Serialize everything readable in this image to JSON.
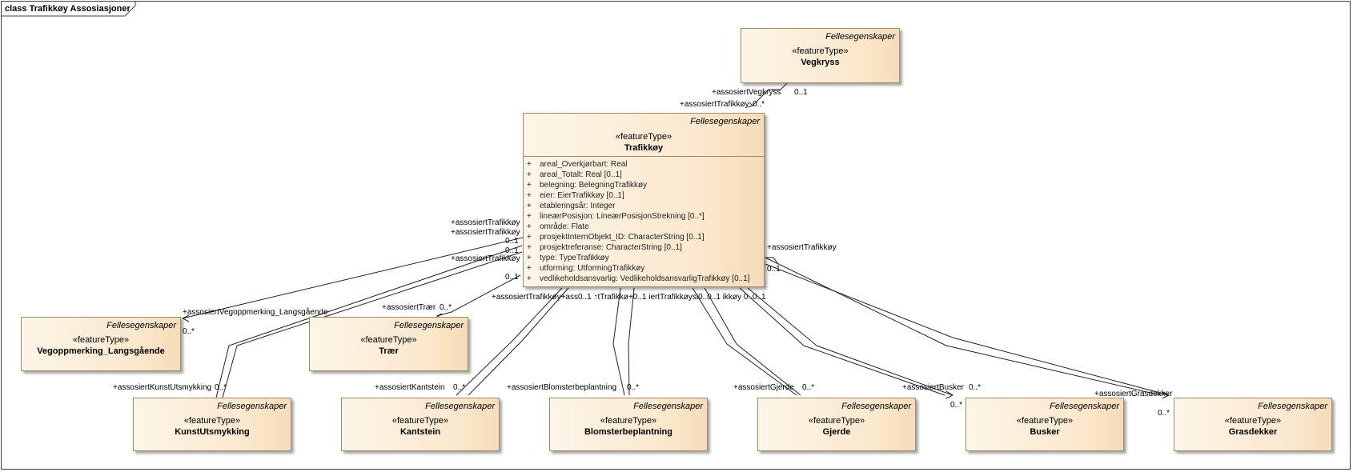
{
  "frame": {
    "title": "class Trafikkøy Assosiasjoner"
  },
  "classes": {
    "vegkryss": {
      "package": "Fellesegenskaper",
      "stereotype": "«featureType»",
      "name": "Vegkryss"
    },
    "trafikkoy": {
      "package": "Fellesegenskaper",
      "stereotype": "«featureType»",
      "name": "Trafikkøy",
      "attributes": [
        {
          "vis": "+",
          "text": "areal_Overkjørbart: Real"
        },
        {
          "vis": "+",
          "text": "areal_Totalt: Real [0..1]"
        },
        {
          "vis": "+",
          "text": "belegning: BelegningTrafikkøy"
        },
        {
          "vis": "+",
          "text": "eier: EierTrafikkøy [0..1]"
        },
        {
          "vis": "+",
          "text": "etableringsår: Integer"
        },
        {
          "vis": "+",
          "text": "lineærPosisjon: LineærPosisjonStrekning [0..*]"
        },
        {
          "vis": "+",
          "text": "område: Flate"
        },
        {
          "vis": "+",
          "text": "prosjektInternObjekt_ID: CharacterString [0..1]"
        },
        {
          "vis": "+",
          "text": "prosjektreferanse: CharacterString [0..1]"
        },
        {
          "vis": "+",
          "text": "type: TypeTrafikkøy"
        },
        {
          "vis": "+",
          "text": "utforming: UtformingTrafikkøy"
        },
        {
          "vis": "+",
          "text": "vedlikeholdsansvarlig: VedlikeholdsansvarligTrafikkøy [0..1]"
        }
      ]
    },
    "vegoppmerking": {
      "package": "Fellesegenskaper",
      "stereotype": "«featureType»",
      "name": "Vegoppmerking_Langsgående"
    },
    "traer": {
      "package": "Fellesegenskaper",
      "stereotype": "«featureType»",
      "name": "Trær"
    },
    "kunstutsmykking": {
      "package": "Fellesegenskaper",
      "stereotype": "«featureType»",
      "name": "KunstUtsmykking"
    },
    "kantstein": {
      "package": "Fellesegenskaper",
      "stereotype": "«featureType»",
      "name": "Kantstein"
    },
    "blomsterbeplantning": {
      "package": "Fellesegenskaper",
      "stereotype": "«featureType»",
      "name": "Blomsterbeplantning"
    },
    "gjerde": {
      "package": "Fellesegenskaper",
      "stereotype": "«featureType»",
      "name": "Gjerde"
    },
    "busker": {
      "package": "Fellesegenskaper",
      "stereotype": "«featureType»",
      "name": "Busker"
    },
    "grasdekker": {
      "package": "Fellesegenskaper",
      "stereotype": "«featureType»",
      "name": "Grasdekker"
    }
  },
  "labels": {
    "vegkryss_role": "+assosiertVegkryss",
    "vegkryss_mult": "0..1",
    "trafikkoy_top_role": "+assosiertTrafikkøy",
    "trafikkoy_top_mult": "0..*",
    "left_role_1": "+assosiertTrafikkøy",
    "left_role_2": "+assosiertTrafikkøy",
    "left_mult_1": "0..1",
    "left_mult_2": "0..1",
    "left_role_3": "+assosiertTrafikkøy",
    "left_mult_3": "0..1",
    "right_role": "+assosiertTrafikkøy",
    "right_mult": "0..1",
    "bottom_row": "+assosiertTrafikkøy+ass0..1 ↑tTrafikkø+0..1 iertTrafikkøysi0..0..1 ikkøy 0..0..1",
    "vegoppmerking_role": "+assosiertVegoppmerking_Langsgående",
    "vegoppmerking_mult": "0..*",
    "traer_role": "+assosiertTrær",
    "traer_mult": "0..*",
    "kunst_role": "+assosiertKunstUtsmykking",
    "kunst_mult": "0..*",
    "kantstein_role": "+assosiertKantstein",
    "kantstein_mult": "0..*",
    "blomster_role": "+assosiertBlomsterbeplantning",
    "blomster_mult": "0..*",
    "gjerde_role": "+assosiertGjerde",
    "gjerde_mult": "0..*",
    "busker_role": "+assosiertBusker",
    "busker_mult": "0..*",
    "grasdekker_role": "+assosiertGrasdekker",
    "grasdekker_mult": "0..*"
  },
  "colors": {
    "class_fill": "#fbe9cf",
    "class_border": "#a08a6c",
    "line": "#222222"
  }
}
